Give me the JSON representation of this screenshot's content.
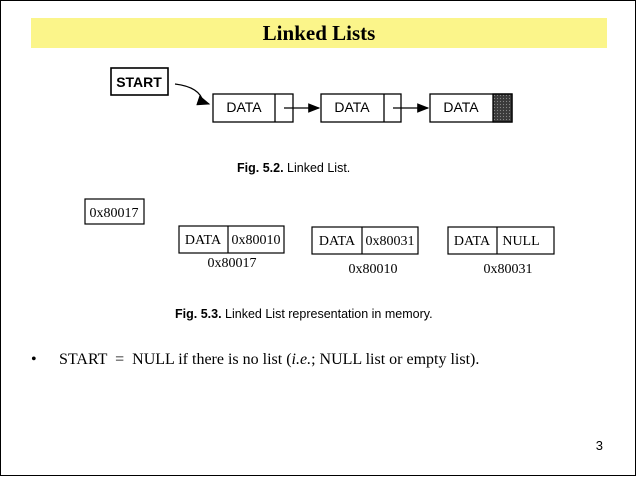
{
  "slide": {
    "title": "Linked Lists",
    "page_number": "3"
  },
  "figure1": {
    "start_label": "START",
    "nodes": [
      "DATA",
      "DATA",
      "DATA"
    ],
    "caption_bold": "Fig. 5.2.",
    "caption_text": "Linked List."
  },
  "figure2": {
    "start_value": "0x80017",
    "nodes": [
      {
        "data": "DATA",
        "next": "0x80010",
        "address": "0x80017"
      },
      {
        "data": "DATA",
        "next": "0x80031",
        "address": "0x80010"
      },
      {
        "data": "DATA",
        "next": "NULL",
        "address": "0x80031"
      }
    ],
    "caption_bold": "Fig. 5.3.",
    "caption_text": "Linked List representation in memory."
  },
  "bullet": {
    "symbol": "•",
    "text_before": "START  =  NULL if there is no list (",
    "italic": "i.e.",
    "text_after": "; NULL list or empty list)."
  },
  "colors": {
    "title_bar": "#fbf58a",
    "null_fill": "#555555"
  }
}
